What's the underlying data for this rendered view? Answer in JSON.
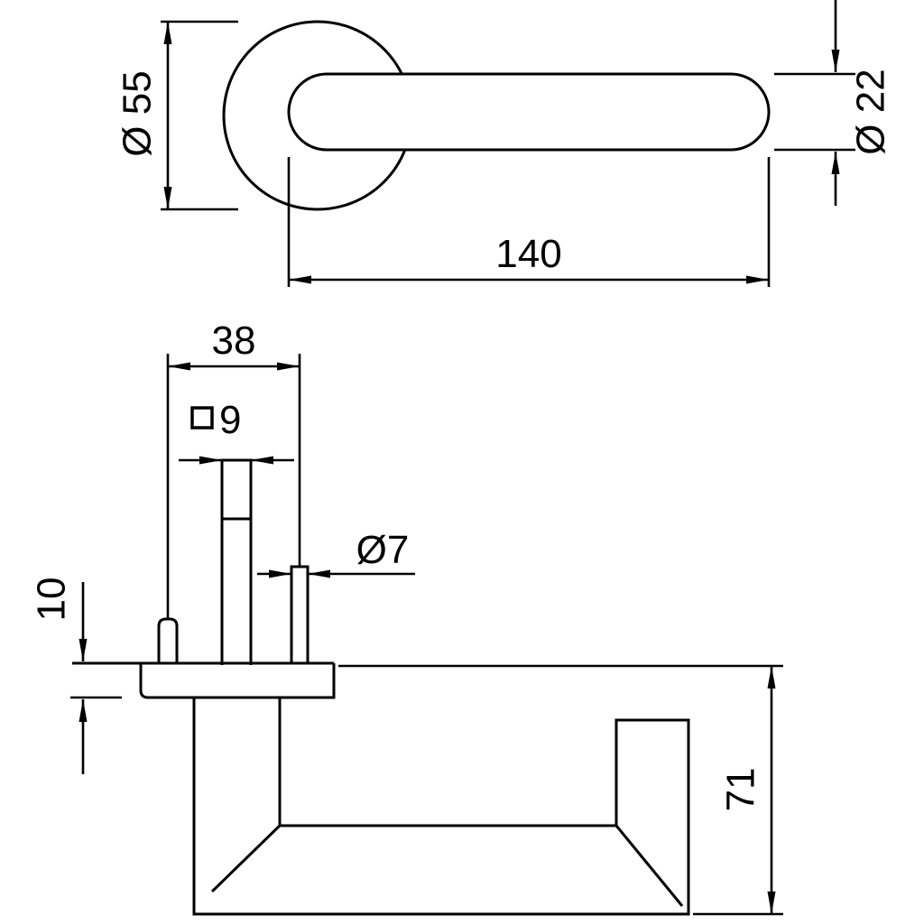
{
  "drawing": {
    "type": "technical-dimension-drawing",
    "subject": "door-lever-handle-with-round-rosette"
  },
  "colors": {
    "line": "#000000",
    "background": "#ffffff"
  },
  "dimensions": {
    "rosette_diameter": "Ø 55",
    "lever_diameter": "Ø 22",
    "lever_length": "140",
    "hole_spacing": "38",
    "square_spindle": "9",
    "pin_diameter": "Ø7",
    "rosette_thickness": "10",
    "handle_height": "71"
  }
}
